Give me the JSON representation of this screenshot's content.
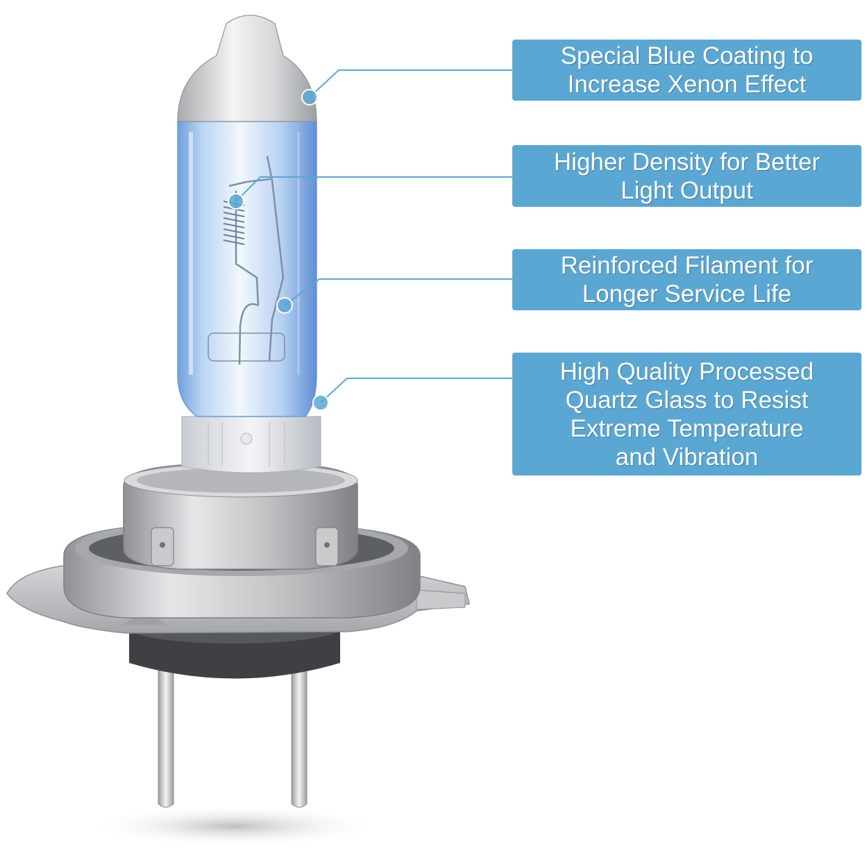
{
  "callouts": [
    {
      "text": "Special Blue Coating to\nIncrease Xenon Effect"
    },
    {
      "text": "Higher Density for Better\nLight Output"
    },
    {
      "text": "Reinforced Filament for\nLonger Service Life"
    },
    {
      "text": "High Quality Processed\nQuartz Glass to Resist\nExtreme Temperature\nand Vibration"
    }
  ],
  "colors": {
    "callout_background": "#5aa7d3",
    "callout_text": "#ffffff",
    "leader_line": "#5aa7d3",
    "glass_blue": "#bcd6f3",
    "metal_base": "#c4c4c6"
  }
}
